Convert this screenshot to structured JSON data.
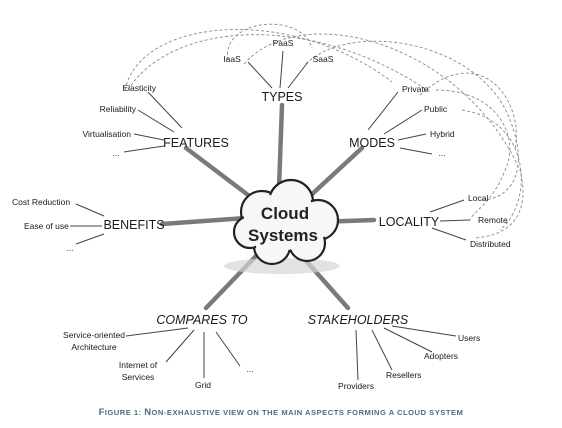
{
  "center": {
    "line1": "Cloud",
    "line2": "Systems"
  },
  "types": {
    "label": "TYPES",
    "items": [
      "PaaS",
      "IaaS",
      "SaaS"
    ]
  },
  "features": {
    "label": "FEATURES",
    "items": [
      "Elasticity",
      "Reliability",
      "Virtualisation",
      "..."
    ]
  },
  "modes": {
    "label": "MODES",
    "items": [
      "Private",
      "Public",
      "Hybrid",
      "..."
    ]
  },
  "benefits": {
    "label": "BENEFITS",
    "items": [
      "Cost Reduction",
      "Ease of use",
      "..."
    ]
  },
  "locality": {
    "label": "LOCALITY",
    "items": [
      "Local",
      "Remote",
      "Distributed"
    ]
  },
  "compares": {
    "label": "COMPARES TO",
    "items": [
      "Service-oriented",
      "Architecture",
      "Internet of",
      "Services",
      "Grid",
      "..."
    ]
  },
  "stakeholders": {
    "label": "STAKEHOLDERS",
    "items": [
      "Users",
      "Adopters",
      "Resellers",
      "Providers"
    ]
  },
  "caption": {
    "prefix_big": "F",
    "prefix_small": "IGURE 1: ",
    "seg": [
      "N",
      "ON-EXHAUSTIVE VIEW ON THE MAIN ASPECTS FORMING A CLOUD SYSTEM"
    ]
  }
}
